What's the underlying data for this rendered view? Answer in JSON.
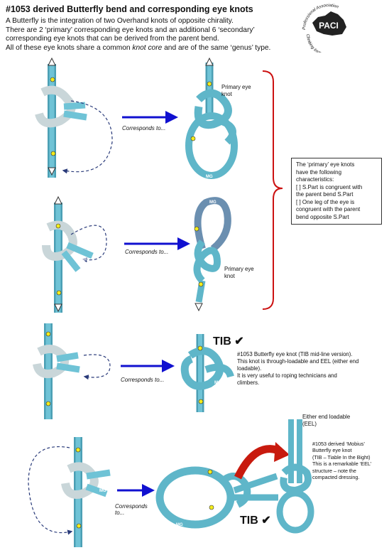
{
  "header": {
    "title": "#1053 derived Butterfly bend and corresponding eye knots",
    "lines": [
      "A Butterfly is the integration of two Overhand knots of opposite chirality.",
      "There are 2 ‘primary’ corresponding eye knots and an additional 6 ‘secondary’",
      "corresponding eye knots that can be derived from the parent bend."
    ],
    "line4_pre": "All of these eye knots share a common ",
    "line4_em": "knot core",
    "line4_post": " and are of the same ‘genus’ type."
  },
  "logo": {
    "center_text": "PACI",
    "top_text": "Professional Association",
    "bottom_text": "Climbing Instructors"
  },
  "rows": [
    {
      "corresponds": "Corresponds to...",
      "label_lines": [
        "Primary eye",
        "knot"
      ]
    },
    {
      "corresponds": "Corresponds to...",
      "label_lines": [
        "Primary eye",
        "knot"
      ]
    },
    {
      "corresponds": "Corresponds to...",
      "tib": "TIB ✔",
      "desc": [
        "#1053 Butterfly eye knot (TIB mid-line version).",
        "This knot is through-loadable and EEL (either end",
        "loadable).",
        "It is very useful to roping technicians and",
        "climbers."
      ]
    },
    {
      "corresponds": "Corresponds",
      "corresponds2": "to...",
      "tib": "TIB ✔",
      "eel_label": [
        "Either end loadable",
        "(EEL)"
      ],
      "desc": [
        "#1053 derived ‘Mobius’",
        "Butterfly eye knot",
        "(TIB – Tiable In the Bight)",
        "This is a remarkable ‘EEL’",
        "structure – note the",
        "compacted dressing."
      ]
    }
  ],
  "characteristics_box": [
    "The ‘primary’ eye knots",
    "have the following",
    "characteristics:",
    "[ ] S.Part is congruent with",
    "the parent bend S.Part",
    "[ ] One leg of the eye is",
    "congruent with the parent",
    "bend opposite S.Part"
  ],
  "rope_mark": "MG",
  "colors": {
    "rope": "#5fb6c9",
    "rope_dark": "#2f7d93",
    "arrow": "#1010d0",
    "bracket": "#cc1111",
    "red_arrow": "#c81a0e",
    "marker": "#f3ec1b"
  }
}
